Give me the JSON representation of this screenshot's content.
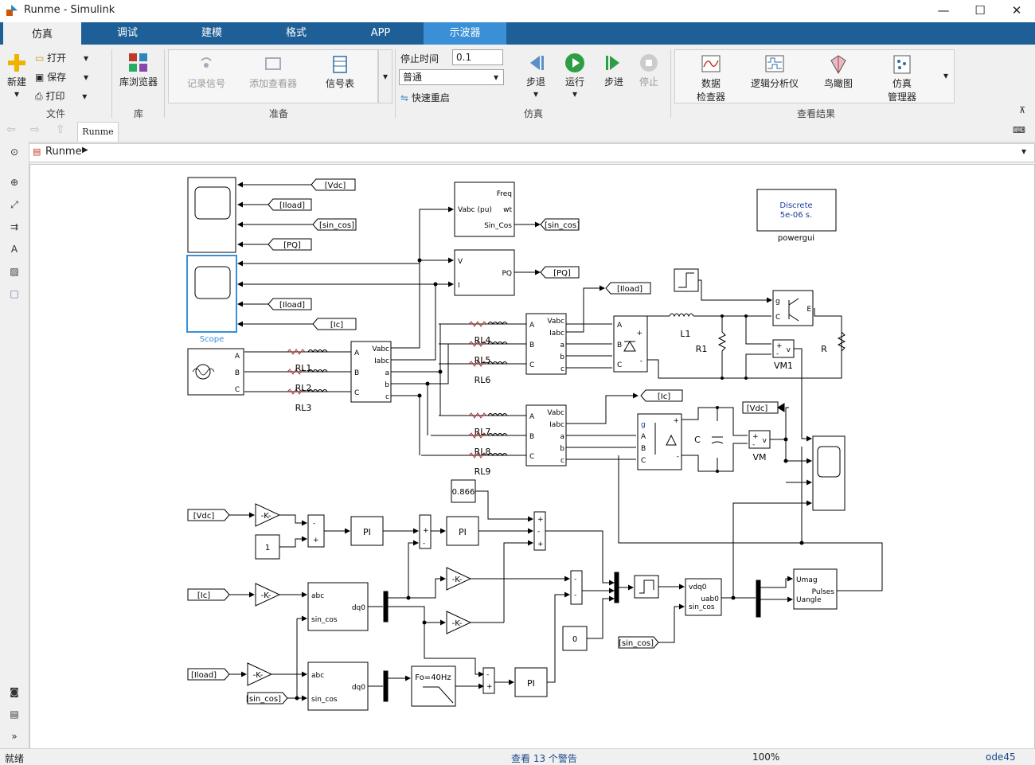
{
  "window": {
    "title": "Runme - Simulink",
    "min": "—",
    "max": "☐",
    "close": "✕"
  },
  "tabs": [
    {
      "label": "仿真"
    },
    {
      "label": "调试"
    },
    {
      "label": "建模"
    },
    {
      "label": "格式"
    },
    {
      "label": "APP"
    },
    {
      "label": "示波器"
    }
  ],
  "ribbon": {
    "file": {
      "new": "新建",
      "open": "打开",
      "save": "保存",
      "print": "打印",
      "group": "文件"
    },
    "library": {
      "browser": "库浏览器",
      "group": "库"
    },
    "prepare": {
      "log": "记录信号",
      "viewer": "添加查看器",
      "signal_table": "信号表",
      "group": "准备"
    },
    "simulate": {
      "stop_time_label": "停止时间",
      "stop_time": "0.1",
      "mode": "普通",
      "fast_restart": "快速重启",
      "step_back": "步退",
      "run": "运行",
      "step_fwd": "步进",
      "stop": "停止",
      "group": "仿真"
    },
    "results": {
      "data_inspector_1": "数据",
      "data_inspector_2": "检查器",
      "logic": "逻辑分析仪",
      "bird": "鸟瞰图",
      "sim_mgr_1": "仿真",
      "sim_mgr_2": "管理器",
      "group": "查看结果"
    }
  },
  "nav": {
    "tab": "Runme",
    "breadcrumb": "Runme"
  },
  "status": {
    "left": "就绪",
    "warnings": "查看 13 个警告",
    "zoom": "100%",
    "solver": "ode45"
  },
  "diagram": {
    "scope_label": "Scope",
    "goto": {
      "vdc": "[Vdc]",
      "iload": "[Iload]",
      "sincos": "[sin_cos]",
      "pq": "[PQ]",
      "ic": "[Ic]"
    },
    "pll": {
      "in": "Vabc (pu)",
      "freq": "Freq",
      "wt": "wt",
      "sc": "Sin_Cos"
    },
    "pq": {
      "v": "V",
      "i": "I",
      "pq": "PQ"
    },
    "powergui": {
      "line1": "Discrete",
      "line2": "5e-06 s.",
      "label": "powergui"
    },
    "meas": {
      "a": "A",
      "b": "B",
      "c": "C",
      "vabc": "Vabc",
      "iabc": "Iabc",
      "oa": "a",
      "ob": "b",
      "oc": "c"
    },
    "rl": [
      "RL1",
      "RL2",
      "RL3",
      "RL4",
      "RL5",
      "RL6",
      "RL7",
      "RL8",
      "RL9"
    ],
    "names": {
      "l1": "L1",
      "r1": "R1",
      "r": "R",
      "vm1": "VM1",
      "vm": "VM",
      "c": "C"
    },
    "gain": "-K-",
    "pi": "PI",
    "consts": {
      "one": "1",
      "k866": "0.866",
      "zero": "0"
    },
    "abcdq": {
      "abc": "abc",
      "dq0": "dq0",
      "sc": "sin_cos"
    },
    "filter": "Fo=40Hz",
    "inv": {
      "vdq0": "vdq0",
      "uab0": "uab0",
      "sc": "sin_cos"
    },
    "pwm": {
      "umag": "Umag",
      "uangle": "Uangle",
      "pulses": "Pulses"
    },
    "igbt": {
      "g": "g",
      "e": "E",
      "c": "C"
    },
    "signs": {
      "plus": "+",
      "minus": "-",
      "v": "v"
    }
  }
}
